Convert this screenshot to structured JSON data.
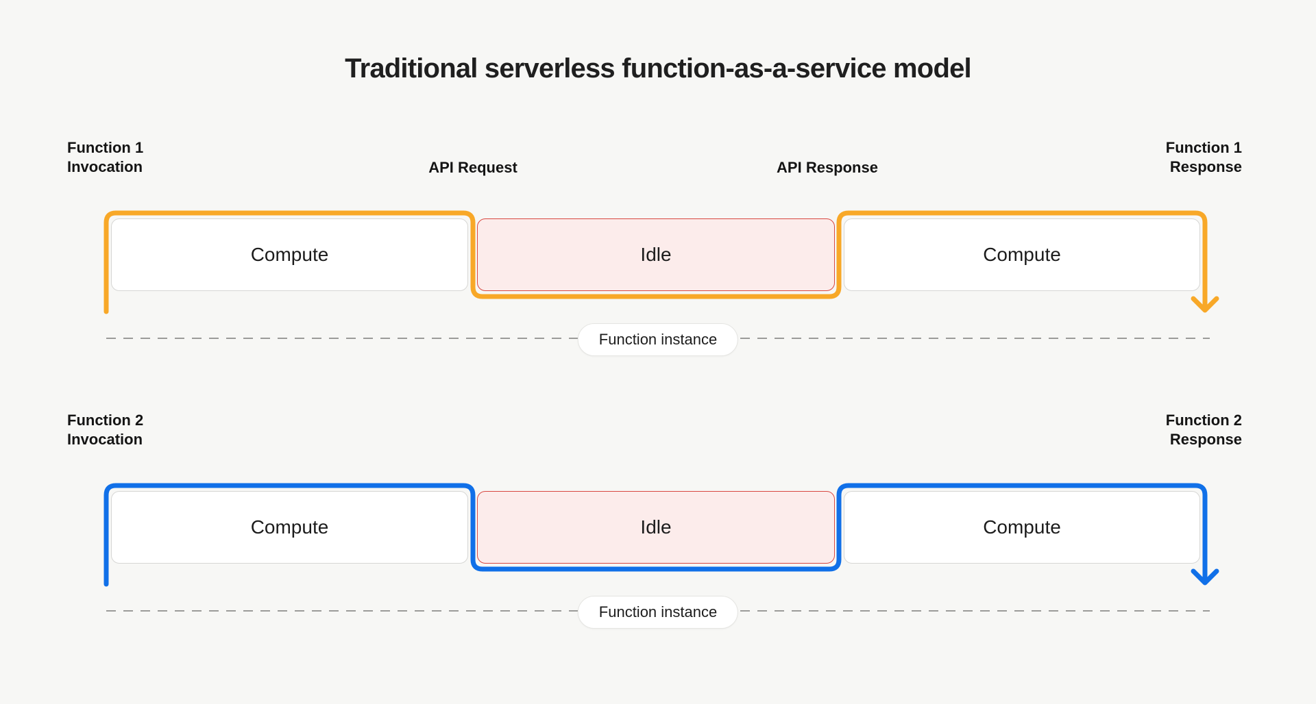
{
  "page": {
    "title": "Traditional serverless function-as-a-service model",
    "background_color": "#F7F7F5"
  },
  "colors": {
    "function1_accent": "#F8A828",
    "function2_accent": "#1170E8",
    "idle_fill": "#FCECEB",
    "idle_border": "#D8463F",
    "compute_border": "#D6D6D4",
    "dashed_line": "#9B9B99",
    "text": "#1C1C1C"
  },
  "rows": [
    {
      "id": "function-1",
      "accent": "#F8A828",
      "left_label": {
        "line1": "Function 1",
        "line2": "Invocation"
      },
      "right_label": {
        "line1": "Function 1",
        "line2": "Response"
      },
      "mid_labels": [
        {
          "text": "API Request"
        },
        {
          "text": "API Response"
        }
      ],
      "boxes": [
        {
          "label": "Compute",
          "type": "compute"
        },
        {
          "label": "Idle",
          "type": "idle"
        },
        {
          "label": "Compute",
          "type": "compute"
        }
      ],
      "instance_label": "Function instance"
    },
    {
      "id": "function-2",
      "accent": "#1170E8",
      "left_label": {
        "line1": "Function 2",
        "line2": "Invocation"
      },
      "right_label": {
        "line1": "Function 2",
        "line2": "Response"
      },
      "mid_labels": [],
      "boxes": [
        {
          "label": "Compute",
          "type": "compute"
        },
        {
          "label": "Idle",
          "type": "idle"
        },
        {
          "label": "Compute",
          "type": "compute"
        }
      ],
      "instance_label": "Function instance"
    }
  ]
}
